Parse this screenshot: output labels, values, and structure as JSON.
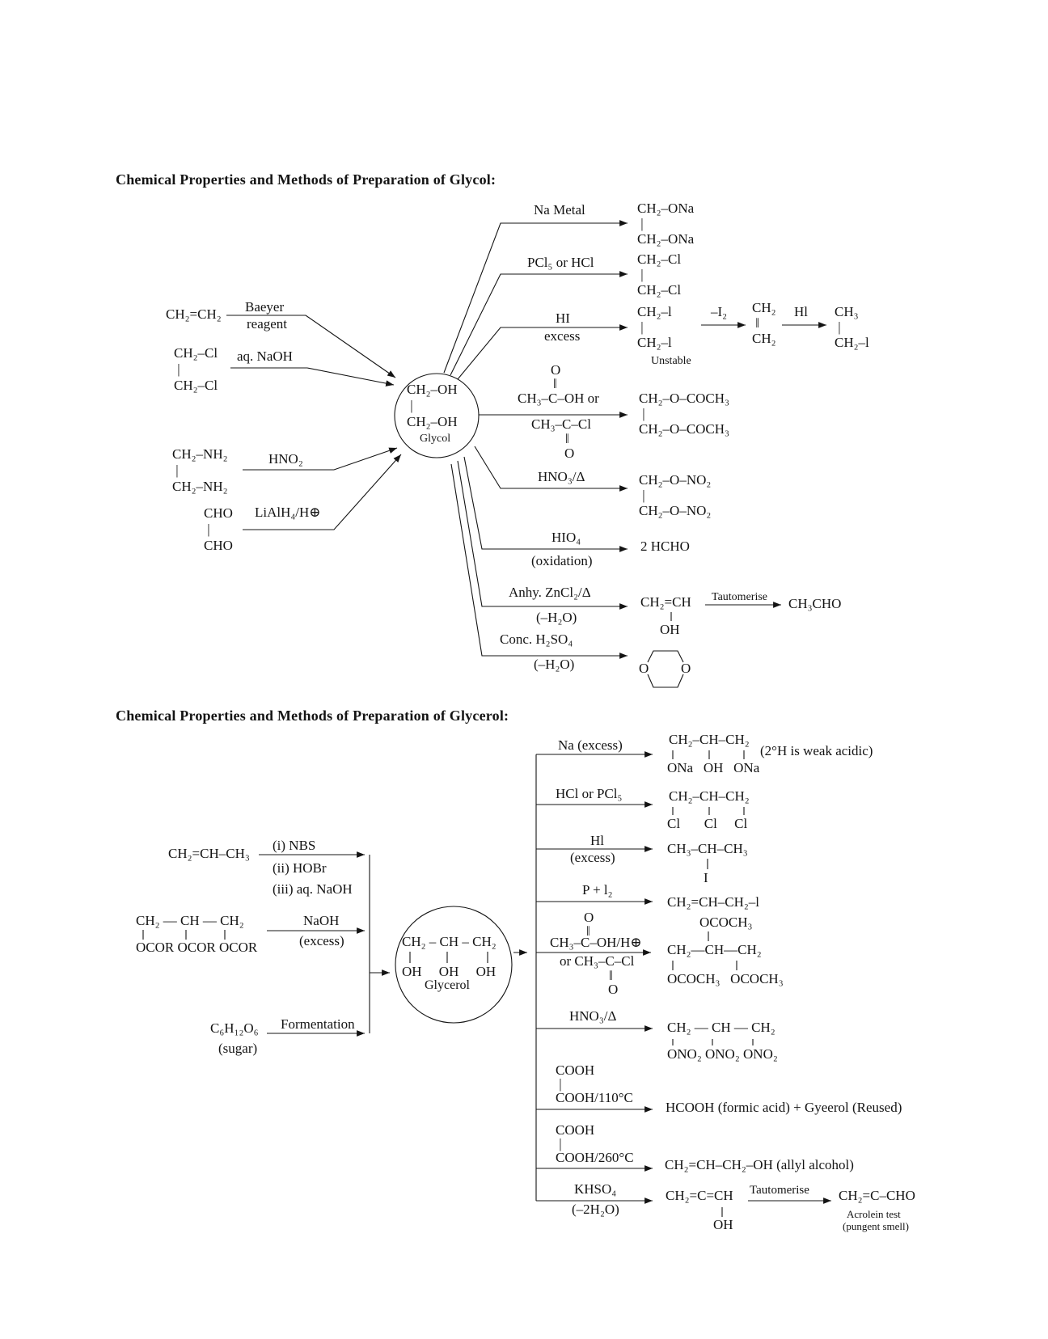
{
  "glycol": {
    "title": "Chemical Properties and Methods of Preparation of Glycol:",
    "circle": {
      "formula": "CH₂–OH\n |\nCH₂–OH",
      "label": "Glycol"
    },
    "prep": {
      "ethylene": {
        "formula": "CH₂=CH₂",
        "reagent_line1": "Baeyer",
        "reagent_line2": "reagent"
      },
      "dichloride": {
        "formula": "CH₂–Cl\n |\nCH₂–Cl",
        "reagent": "aq. NaOH"
      },
      "diamine": {
        "formula": "CH₂–NH₂\n |\nCH₂–NH₂",
        "reagent": "HNO₂"
      },
      "glyoxal": {
        "formula": "CHO\n |\nCHO",
        "reagent": "LiAlH₄/H⊕"
      }
    },
    "reactions": {
      "na_metal": {
        "reagent": "Na Metal",
        "product": "CH₂–ONa\n |\nCH₂–ONa"
      },
      "pcl5_hcl": {
        "reagent": "PCl₅ or HCl",
        "product": "CH₂–Cl\n |\nCH₂–Cl"
      },
      "hi_excess": {
        "reagent": "HI",
        "reagent_sub": "excess",
        "product": "CH₂–l\n |\nCH₂–l",
        "product_note": "Unstable",
        "step2_reagent": "–I₂",
        "step2_product": "CH₂\n ‖\nCH₂",
        "step3_reagent": "Hl",
        "step3_product": "CH₃\n |\nCH₂–l"
      },
      "acetylation": {
        "o_top": "O",
        "dbond_top": "‖",
        "reagent_line1": "CH₃–C–OH or",
        "reagent_line2": "CH₃–C–Cl",
        "dbond_bottom": "‖",
        "o_bottom": "O",
        "product": "CH₂–O–COCH₃\n |\nCH₂–O–COCH₃"
      },
      "hno3": {
        "reagent": "HNO₃/Δ",
        "product": "CH₂–O–NO₂\n |\nCH₂–O–NO₂"
      },
      "hio4": {
        "reagent": "HIO₄",
        "reagent_sub": "(oxidation)",
        "product": "2 HCHO"
      },
      "zncl2": {
        "reagent": "Anhy. ZnCl₂/Δ",
        "reagent_sub": "(–H₂O)",
        "product": "CH₂=CH",
        "product_oh": "OH",
        "tautomerise_label": "Tautomerise",
        "final_product": "CH₃CHO"
      },
      "h2so4": {
        "reagent": "Conc. H₂SO₄",
        "reagent_sub": "(–H₂O)",
        "product_o_left": "O",
        "product_o_right": "O"
      }
    }
  },
  "glycerol": {
    "title": "Chemical Properties and Methods of Preparation of Glycerol:",
    "circle": {
      "formula_line1": "CH₂ – CH – CH₂",
      "formula_line2": "OH     OH     OH",
      "label": "Glycerol"
    },
    "prep": {
      "propene": {
        "formula": "CH₂=CH–CH₃",
        "step1": "(i) NBS",
        "step2": "(ii) HOBr",
        "step3": "(iii) aq. NaOH"
      },
      "triester": {
        "formula_line1": "CH₂ — CH — CH₂",
        "formula_line2": "OCOR OCOR OCOR",
        "reagent": "NaOH",
        "reagent_sub": "(excess)"
      },
      "sugar": {
        "formula": "C₆H₁₂O₆",
        "formula_sub": "(sugar)",
        "reagent": "Formentation"
      }
    },
    "reactions": {
      "na_excess": {
        "reagent": "Na (excess)",
        "product_line1": "CH₂–CH–CH₂",
        "product_line2": "ONa   OH   ONa",
        "note": "(2°H is weak acidic)"
      },
      "hcl_pcl5": {
        "reagent": "HCl or PCl₅",
        "product_line1": "CH₂–CH–CH₂",
        "product_line2": "Cl       Cl     Cl"
      },
      "hi_excess": {
        "reagent": "Hl",
        "reagent_sub": "(excess)",
        "product_line1": "CH₃–CH–CH₃",
        "product_line2": "I"
      },
      "p_i2": {
        "reagent": "P + l₂",
        "product": "CH₂=CH–CH₂–l"
      },
      "acetylation": {
        "o_top": "O",
        "dbond_top": "‖",
        "reagent_line1": "CH₃–C–OH/H⊕",
        "reagent_line2": "or CH₃–C–Cl",
        "dbond_bottom": "‖",
        "o_bottom": "O",
        "product_top": "OCOCH₃",
        "product_mid": "CH₂—CH—CH₂",
        "product_bottom": "OCOCH₃   OCOCH₃"
      },
      "hno3": {
        "reagent": "HNO₃/Δ",
        "product_line1": "CH₂ — CH — CH₂",
        "product_line2": "ONO₂ ONO₂ ONO₂"
      },
      "oxalic_110": {
        "reagent": "COOH\n |\nCOOH/110°C",
        "product": "HCOOH (formic acid) + Gyeerol (Reused)"
      },
      "oxalic_260": {
        "reagent": "COOH\n |\nCOOH/260°C",
        "product": "CH₂=CH–CH₂–OH (allyl alcohol)"
      },
      "khso4": {
        "reagent": "KHSO₄",
        "reagent_sub": "(–2H₂O)",
        "product": "CH₂=C=CH",
        "product_oh": "OH",
        "tautomerise_label": "Tautomerise",
        "final_product": "CH₂=C–CHO",
        "final_note1": "Acrolein test",
        "final_note2": "(pungent smell)"
      }
    }
  }
}
